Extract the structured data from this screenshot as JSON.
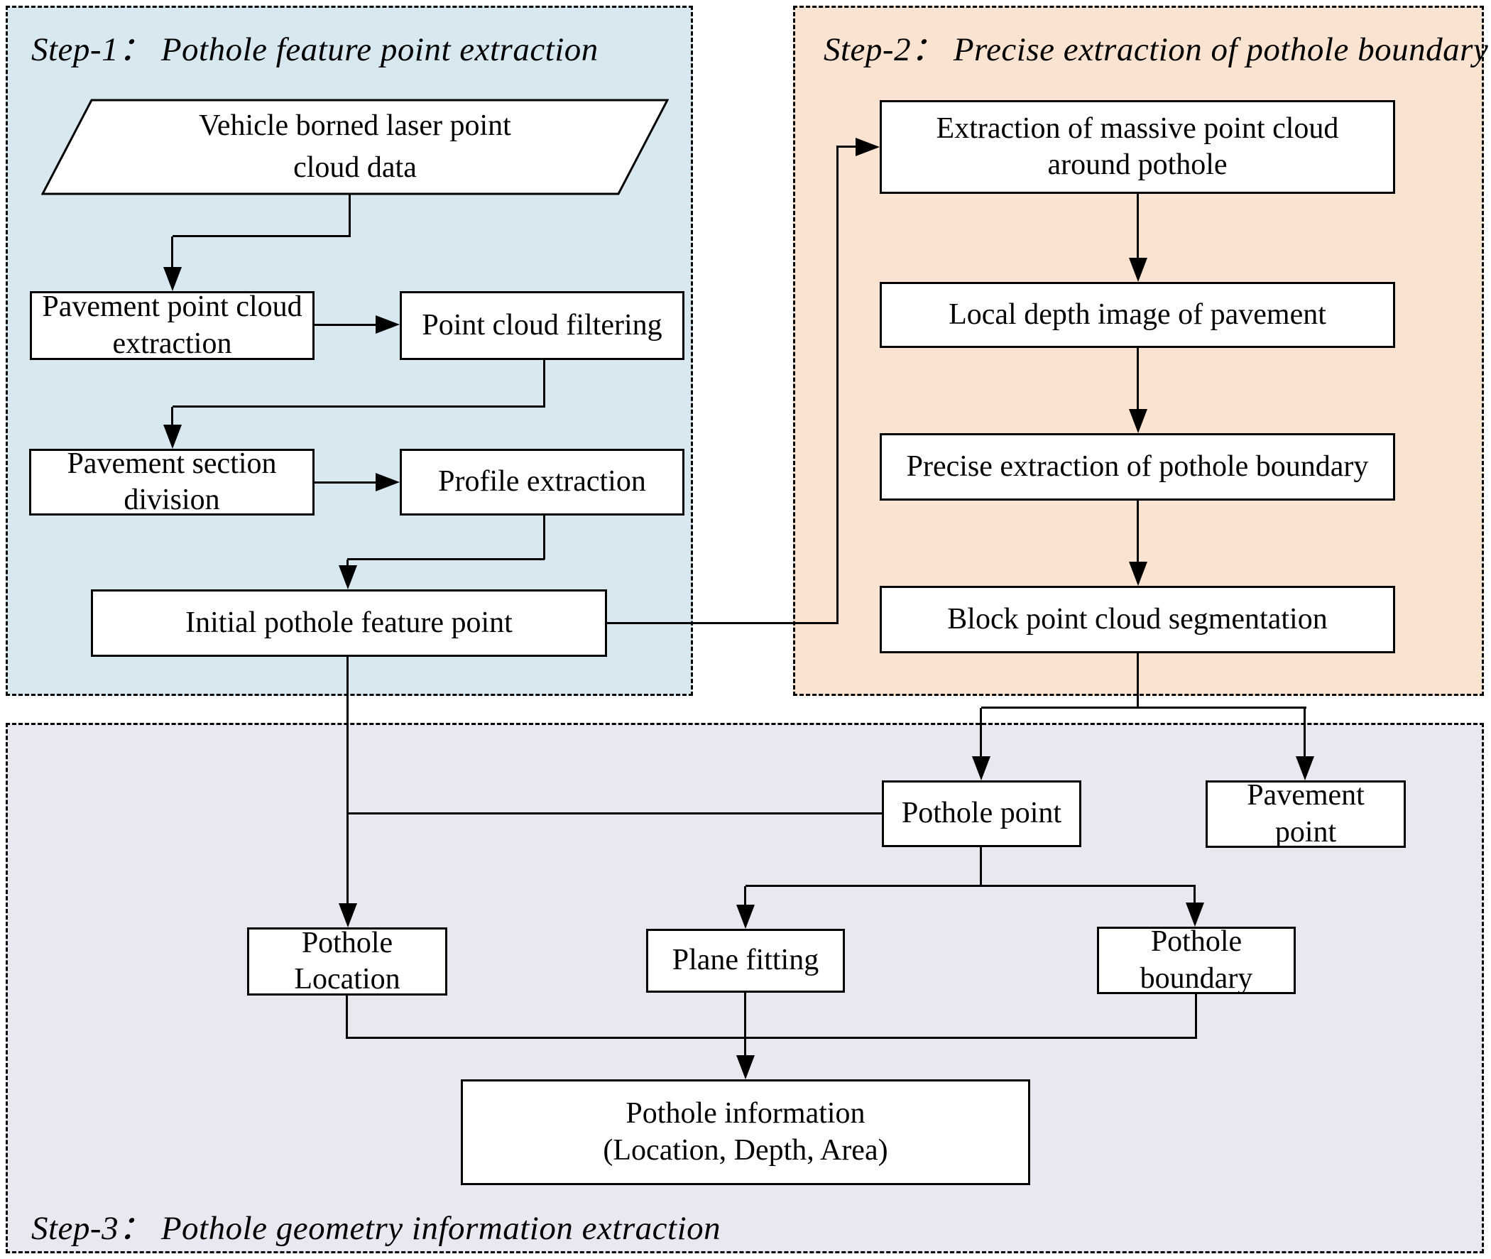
{
  "colors": {
    "step1_bg": "#d7e8f0",
    "step2_bg": "#fae3d1",
    "step3_bg": "#e8e8f0",
    "node_bg": "#ffffff",
    "line": "#000000"
  },
  "steps": {
    "step1": {
      "title": "Step-1： Pothole feature point extraction",
      "nodes": {
        "vehicle_data": {
          "lines": [
            "Vehicle borned laser point",
            "cloud data"
          ]
        },
        "pavement_point_cloud_extraction": {
          "lines": [
            "Pavement point cloud",
            "extraction"
          ]
        },
        "point_cloud_filtering": {
          "lines": [
            "Point cloud filtering"
          ]
        },
        "pavement_section_division": {
          "lines": [
            "Pavement section",
            "division"
          ]
        },
        "profile_extraction": {
          "lines": [
            "Profile extraction"
          ]
        },
        "initial_pothole_feature_point": {
          "lines": [
            "Initial pothole feature point"
          ]
        }
      }
    },
    "step2": {
      "title": "Step-2： Precise extraction of pothole boundary",
      "nodes": {
        "extraction_massive_point_cloud": {
          "lines": [
            "Extraction of massive point cloud",
            "around pothole"
          ]
        },
        "local_depth_image": {
          "lines": [
            "Local depth image of pavement"
          ]
        },
        "precise_extraction_boundary": {
          "lines": [
            "Precise extraction of pothole boundary"
          ]
        },
        "block_point_cloud_segmentation": {
          "lines": [
            "Block point cloud segmentation"
          ]
        }
      }
    },
    "step3": {
      "title": "Step-3： Pothole geometry information extraction",
      "nodes": {
        "pothole_point": {
          "lines": [
            "Pothole point"
          ]
        },
        "pavement_point": {
          "lines": [
            "Pavement",
            "point"
          ]
        },
        "pothole_location": {
          "lines": [
            "Pothole",
            "Location"
          ]
        },
        "plane_fitting": {
          "lines": [
            "Plane fitting"
          ]
        },
        "pothole_boundary": {
          "lines": [
            "Pothole",
            "boundary"
          ]
        },
        "pothole_information": {
          "lines": [
            "Pothole information",
            "(Location, Depth, Area)"
          ]
        }
      }
    }
  }
}
